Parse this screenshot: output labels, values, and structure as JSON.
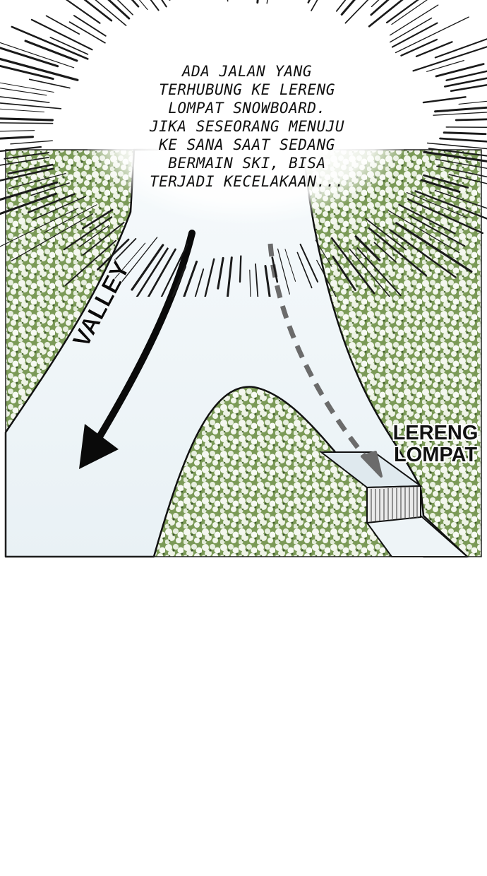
{
  "narration": {
    "lines": [
      "ADA JALAN YANG",
      "TERHUBUNG KE LERENG",
      "LOMPAT SNOWBOARD.",
      "JIKA SESEORANG MENUJU",
      "KE SANA SAAT SEDANG",
      "BERMAIN SKI, BISA",
      "TERJADI KECELAKAAN..."
    ]
  },
  "map": {
    "valley_label": "VALLEY",
    "jump_slope_label_lines": [
      "LERENG",
      "LOMPAT"
    ]
  },
  "colors": {
    "forest": "#6f8f4e",
    "forest_dark": "#3f5a2c",
    "snow_path": "#eef4f7",
    "outline": "#111111",
    "dashed_arrow": "#6b6b6b",
    "ramp": "#d9e4ea"
  }
}
